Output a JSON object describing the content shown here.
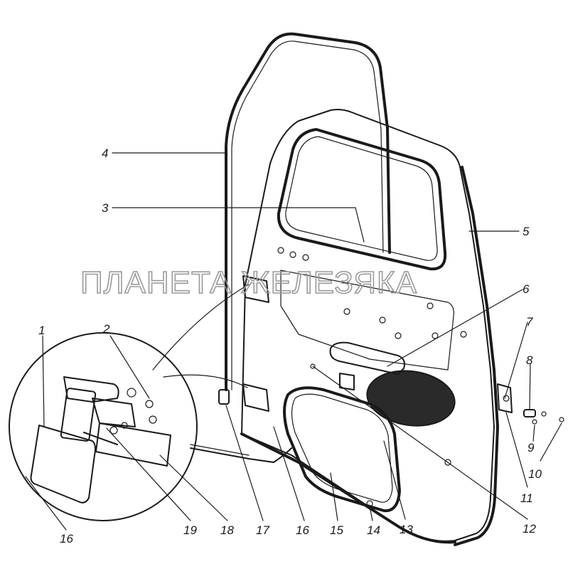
{
  "watermark": "ПЛАНЕТА ЖЕЛЕЗЯКА",
  "callouts": [
    {
      "id": "c1",
      "label": "1"
    },
    {
      "id": "c2",
      "label": "2"
    },
    {
      "id": "c3",
      "label": "3"
    },
    {
      "id": "c4",
      "label": "4"
    },
    {
      "id": "c5",
      "label": "5"
    },
    {
      "id": "c6",
      "label": "6"
    },
    {
      "id": "c7",
      "label": "7"
    },
    {
      "id": "c8",
      "label": "8"
    },
    {
      "id": "c9",
      "label": "9"
    },
    {
      "id": "c10",
      "label": "10"
    },
    {
      "id": "c11",
      "label": "11"
    },
    {
      "id": "c12",
      "label": "12"
    },
    {
      "id": "c13",
      "label": "13"
    },
    {
      "id": "c14",
      "label": "14"
    },
    {
      "id": "c15",
      "label": "15"
    },
    {
      "id": "c16a",
      "label": "16"
    },
    {
      "id": "c16b",
      "label": "16"
    },
    {
      "id": "c17",
      "label": "17"
    },
    {
      "id": "c18",
      "label": "18"
    },
    {
      "id": "c19",
      "label": "19"
    }
  ]
}
